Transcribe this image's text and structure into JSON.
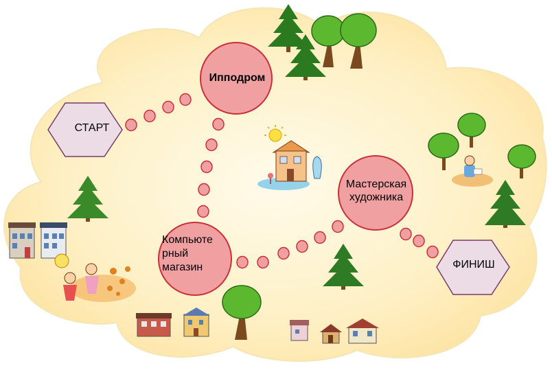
{
  "colors": {
    "background": "#ffffff",
    "cloud_fill": "#fde7a8",
    "cloud_center": "#fffbeb",
    "station_fill": "#f0a0a0",
    "station_stroke": "#c8303a",
    "hexagon_fill": "#ecdce6",
    "hexagon_stroke": "#7a3a6a"
  },
  "nodes": {
    "start": "СТАРТ",
    "hippodrome": "Ипподром",
    "computer_store": "Компьюте рный магазин",
    "computer_store_lines": [
      "Компьюте",
      "рный",
      "магазин"
    ],
    "artist_workshop_lines": [
      "Мастерская",
      "художника"
    ],
    "finish": "ФИНИШ"
  },
  "decorations": [
    "fir-tree",
    "leafy-tree",
    "house",
    "sun",
    "children",
    "girl-reading"
  ]
}
